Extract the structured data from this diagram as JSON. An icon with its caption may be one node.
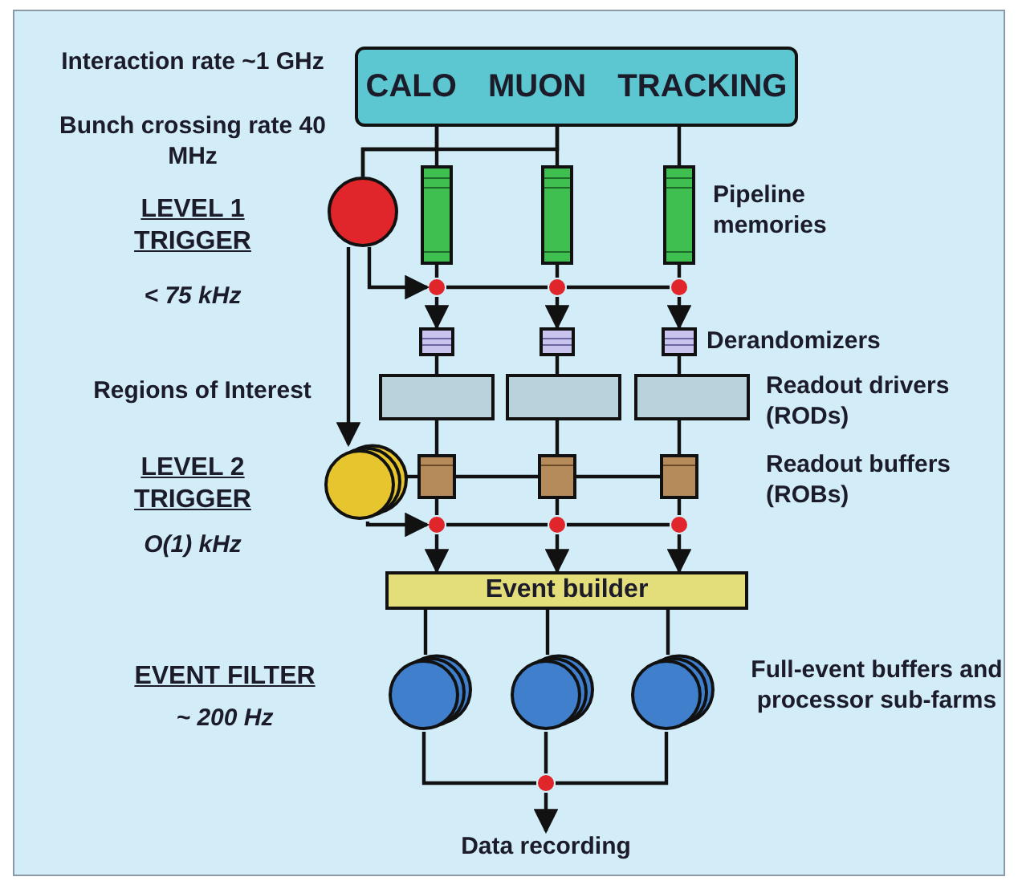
{
  "diagram": {
    "nodes": [
      {
        "text": [
          "CALO MUON TRACKING"
        ]
      },
      {
        "text": [],
        "shape": "bar"
      },
      {
        "text": [],
        "shape": "bar"
      },
      {
        "text": [],
        "shape": "bar"
      },
      {
        "text": [],
        "shape": "circle",
        "beside": [
          "LEVEL 1 TRIGGER",
          "< 75 kHz"
        ]
      },
      {
        "text": [],
        "shape": "circle"
      },
      {
        "text": [],
        "shape": "circle"
      },
      {
        "text": [],
        "shape": "circle"
      },
      {
        "text": [],
        "shape": "box"
      },
      {
        "text": [],
        "shape": "box"
      },
      {
        "text": [],
        "shape": "box"
      },
      {
        "text": [],
        "shape": "box"
      },
      {
        "text": [],
        "shape": "box"
      },
      {
        "text": [],
        "shape": "box"
      },
      {
        "text": [],
        "shape": "box"
      },
      {
        "text": [],
        "shape": "box"
      },
      {
        "text": [],
        "shape": "box"
      },
      {
        "text": [],
        "shape": "circle",
        "beside": [
          "LEVEL 2 TRIGGER",
          "O(1) kHz"
        ]
      },
      {
        "text": [],
        "shape": "circle"
      },
      {
        "text": [],
        "shape": "circle"
      },
      {
        "text": [],
        "shape": "circle"
      },
      {
        "text": [
          "Event builder"
        ]
      },
      {
        "text": [],
        "shape": "circle"
      },
      {
        "text": [],
        "shape": "circle"
      },
      {
        "text": [],
        "shape": "circle"
      },
      {
        "text": [],
        "shape": "circle"
      },
      {
        "text": [
          "Data recording"
        ]
      }
    ],
    "edges": [
      {
        "from": 0,
        "to": 1,
        "arrow": "none"
      },
      {
        "from": 0,
        "to": 2,
        "arrow": "none"
      },
      {
        "from": 0,
        "to": 3,
        "arrow": "none"
      },
      {
        "from": 0,
        "to": 4,
        "arrow": "none"
      },
      {
        "from": 0,
        "to": 4,
        "arrow": "none"
      },
      {
        "from": 4,
        "to": 5,
        "arrow": "to"
      },
      {
        "from": 5,
        "to": 6,
        "arrow": "none"
      },
      {
        "from": 6,
        "to": 7,
        "arrow": "none"
      },
      {
        "from": 1,
        "to": 5,
        "arrow": "none"
      },
      {
        "from": 2,
        "to": 6,
        "arrow": "none"
      },
      {
        "from": 3,
        "to": 7,
        "arrow": "none"
      },
      {
        "from": 5,
        "to": 8,
        "arrow": "to"
      },
      {
        "from": 6,
        "to": 9,
        "arrow": "to"
      },
      {
        "from": 7,
        "to": 10,
        "arrow": "to"
      },
      {
        "from": 8,
        "to": 11,
        "arrow": "none"
      },
      {
        "from": 9,
        "to": 12,
        "arrow": "none"
      },
      {
        "from": 10,
        "to": 13,
        "arrow": "none"
      },
      {
        "from": 11,
        "to": 14,
        "arrow": "none"
      },
      {
        "from": 12,
        "to": 15,
        "arrow": "none"
      },
      {
        "from": 13,
        "to": 16,
        "arrow": "none"
      },
      {
        "from": 4,
        "to": 17,
        "arrow": "to"
      },
      {
        "from": 17,
        "to": 14,
        "arrow": "none"
      },
      {
        "from": 14,
        "to": 15,
        "arrow": "none"
      },
      {
        "from": 15,
        "to": 16,
        "arrow": "none"
      },
      {
        "from": 17,
        "to": 18,
        "arrow": "to"
      },
      {
        "from": 18,
        "to": 19,
        "arrow": "none"
      },
      {
        "from": 19,
        "to": 20,
        "arrow": "none"
      },
      {
        "from": 14,
        "to": 18,
        "arrow": "none"
      },
      {
        "from": 15,
        "to": 19,
        "arrow": "none"
      },
      {
        "from": 16,
        "to": 20,
        "arrow": "none"
      },
      {
        "from": 18,
        "to": 21,
        "arrow": "to"
      },
      {
        "from": 19,
        "to": 21,
        "arrow": "to"
      },
      {
        "from": 20,
        "to": 21,
        "arrow": "to"
      },
      {
        "from": 21,
        "to": 22,
        "arrow": "none"
      },
      {
        "from": 21,
        "to": 23,
        "arrow": "none"
      },
      {
        "from": 21,
        "to": 24,
        "arrow": "none"
      },
      {
        "from": 22,
        "to": 25,
        "arrow": "none"
      },
      {
        "from": 23,
        "to": 25,
        "arrow": "none"
      },
      {
        "from": 24,
        "to": 25,
        "arrow": "none"
      },
      {
        "from": 25,
        "to": 26,
        "arrow": "to"
      }
    ],
    "labels": [
      "Interaction rate ~1 GHz",
      "Bunch crossing rate 40 MHz",
      "Pipeline memories",
      "Derandomizers",
      "Regions of Interest",
      "Readout drivers (RODs)",
      "Readout buffers (ROBs)",
      "EVENT FILTER",
      "~ 200 Hz",
      "Full-event buffers and processor sub-farms"
    ]
  }
}
